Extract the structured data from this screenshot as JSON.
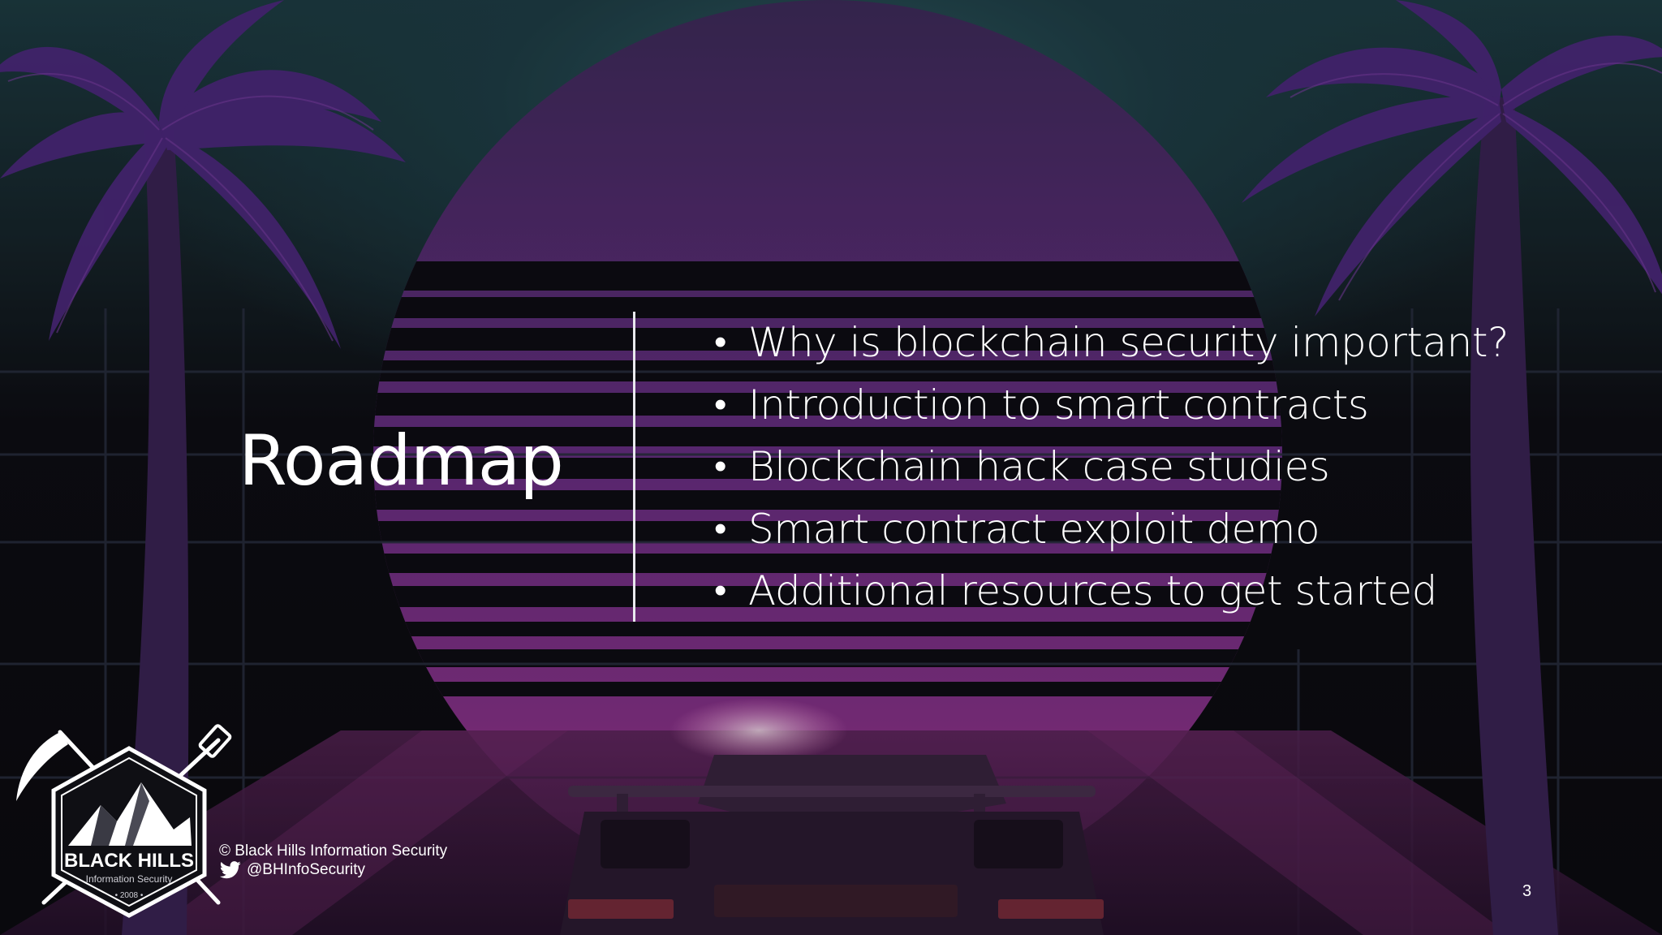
{
  "slide": {
    "title": "Roadmap",
    "bullets": [
      "Why is blockchain security important?",
      "Introduction to smart contracts",
      "Blockchain hack case studies",
      "Smart contract exploit demo",
      "Additional resources to get started"
    ],
    "bullet_glyph": "•",
    "page_number": "3"
  },
  "footer": {
    "copyright": "© Black Hills Information Security",
    "twitter_handle": "@BHInfoSecurity",
    "twitter_icon": "twitter-bird-icon"
  },
  "logo": {
    "name": "BLACK HILLS",
    "subtitle": "Information Security",
    "year": "• 2008 •"
  },
  "colors": {
    "text": "#ffffff",
    "sun_top": "#5a2c7a",
    "sun_bottom": "#a0358f",
    "palm": "#5b2a86",
    "sky": "#2f5a63"
  }
}
